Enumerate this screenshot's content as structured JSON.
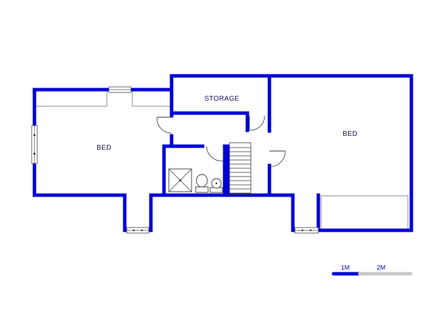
{
  "plan": {
    "rooms": [
      {
        "id": "bed-left",
        "label": "BED"
      },
      {
        "id": "storage",
        "label": "STORAGE"
      },
      {
        "id": "bed-right",
        "label": "BED"
      }
    ],
    "wall_color": "#0000d8"
  },
  "scale_bar": {
    "labels": [
      "1M",
      "2M"
    ],
    "colors": {
      "primary": "#0000d8",
      "secondary": "#c8c8c8"
    }
  }
}
